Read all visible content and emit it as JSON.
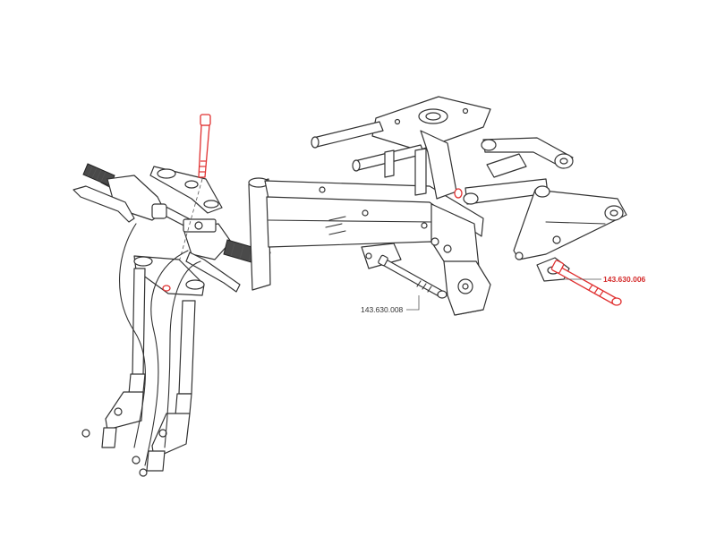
{
  "callouts": [
    {
      "id": "bolt-right-highlighted",
      "text": "143.630.006",
      "color": "#d42a2a"
    },
    {
      "id": "bolt-center",
      "text": "143.630.008",
      "color": "#333333"
    }
  ],
  "colors": {
    "line": "#333333",
    "highlight": "#e03030",
    "background": "#ffffff"
  }
}
